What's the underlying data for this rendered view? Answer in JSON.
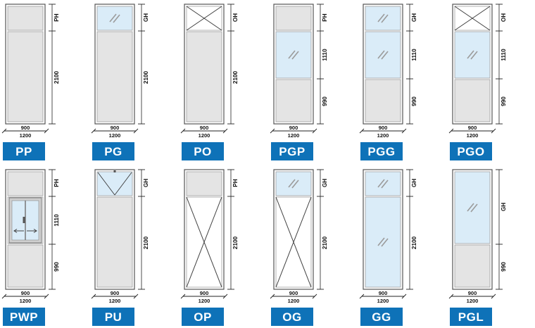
{
  "colors": {
    "accent": "#0e72b8",
    "panel_fill": "#e4e4e4",
    "glass_fill": "#daecf8",
    "frame_stroke": "#555555",
    "section_stroke": "#9e9e9e",
    "dim_line": "#222222",
    "badge_text": "#ffffff"
  },
  "width_dim": {
    "inner": "900",
    "outer": "1200"
  },
  "panels": [
    {
      "code": "PP",
      "sections": [
        {
          "kind": "panel",
          "dim": "PH",
          "hpx": 34
        },
        {
          "kind": "panel",
          "dim": "2100",
          "hpx": 128
        }
      ]
    },
    {
      "code": "PG",
      "sections": [
        {
          "kind": "glass",
          "dim": "GH",
          "hpx": 34,
          "shine": true
        },
        {
          "kind": "panel",
          "dim": "2100",
          "hpx": 128
        }
      ]
    },
    {
      "code": "PO",
      "sections": [
        {
          "kind": "open",
          "dim": "OH",
          "hpx": 34
        },
        {
          "kind": "panel",
          "dim": "2100",
          "hpx": 128
        }
      ]
    },
    {
      "code": "PGP",
      "sections": [
        {
          "kind": "panel",
          "dim": "PH",
          "hpx": 34
        },
        {
          "kind": "glass",
          "dim": "1110",
          "hpx": 66,
          "shine": true
        },
        {
          "kind": "panel",
          "dim": "990",
          "hpx": 60
        }
      ]
    },
    {
      "code": "PGG",
      "sections": [
        {
          "kind": "glass",
          "dim": "GH",
          "hpx": 34,
          "shine": true
        },
        {
          "kind": "glass",
          "dim": "1110",
          "hpx": 66,
          "shine": true
        },
        {
          "kind": "panel",
          "dim": "990",
          "hpx": 60
        }
      ]
    },
    {
      "code": "PGO",
      "sections": [
        {
          "kind": "open",
          "dim": "OH",
          "hpx": 34
        },
        {
          "kind": "glass",
          "dim": "1110",
          "hpx": 66,
          "shine": true
        },
        {
          "kind": "panel",
          "dim": "990",
          "hpx": 60
        }
      ]
    },
    {
      "code": "PWP",
      "sections": [
        {
          "kind": "panel",
          "dim": "PH",
          "hpx": 34
        },
        {
          "kind": "window",
          "dim": "1110",
          "hpx": 66
        },
        {
          "kind": "panel",
          "dim": "990",
          "hpx": 60
        }
      ]
    },
    {
      "code": "PU",
      "sections": [
        {
          "kind": "awning",
          "dim": "GH",
          "hpx": 34
        },
        {
          "kind": "panel",
          "dim": "2100",
          "hpx": 128
        }
      ]
    },
    {
      "code": "OP",
      "sections": [
        {
          "kind": "panel",
          "dim": "PH",
          "hpx": 34
        },
        {
          "kind": "open",
          "dim": "2100",
          "hpx": 128
        }
      ]
    },
    {
      "code": "OG",
      "sections": [
        {
          "kind": "glass",
          "dim": "GH",
          "hpx": 34,
          "shine": true
        },
        {
          "kind": "open",
          "dim": "2100",
          "hpx": 128
        }
      ]
    },
    {
      "code": "GG",
      "sections": [
        {
          "kind": "glass",
          "dim": "GH",
          "hpx": 34,
          "shine": true
        },
        {
          "kind": "glass",
          "dim": "2100",
          "hpx": 128,
          "shine": true
        }
      ]
    },
    {
      "code": "PGL",
      "sections": [
        {
          "kind": "glass",
          "dim": "GH",
          "hpx": 102,
          "shine": true
        },
        {
          "kind": "panel",
          "dim": "990",
          "hpx": 60
        }
      ]
    }
  ]
}
